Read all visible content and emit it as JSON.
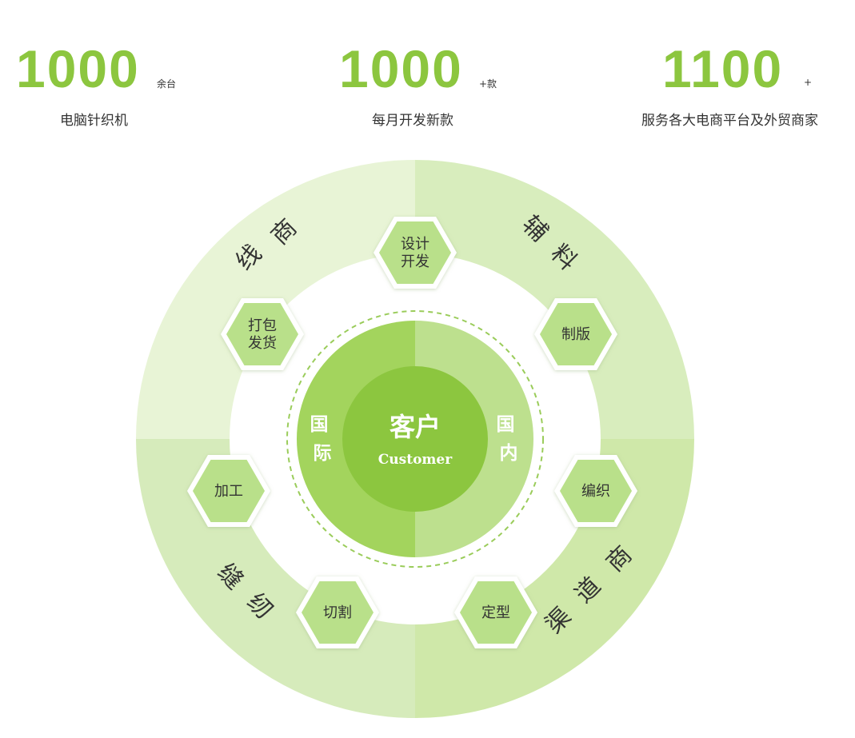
{
  "stats": [
    {
      "number": "1000",
      "unit": "余台",
      "label": "电脑针织机"
    },
    {
      "number": "1000",
      "unit": "+款",
      "label": "每月开发新款"
    },
    {
      "number": "1100",
      "unit": "+",
      "label": "服务各大电商平台及外贸商家"
    }
  ],
  "ring": {
    "top_left": [
      "线",
      "商"
    ],
    "top_right": [
      "辅",
      "料"
    ],
    "bottom_left": [
      "缝",
      "纫"
    ],
    "bottom_right": [
      "渠",
      "道",
      "商"
    ]
  },
  "hexagons": {
    "design": [
      "设计",
      "开发"
    ],
    "plate": [
      "制版"
    ],
    "knit": [
      "编织"
    ],
    "shaping": [
      "定型"
    ],
    "cutting": [
      "切割"
    ],
    "processing": [
      "加工"
    ],
    "packing": [
      "打包",
      "发货"
    ]
  },
  "center": {
    "title": "客户",
    "subtitle": "Customer",
    "left": [
      "国",
      "际"
    ],
    "right": [
      "国",
      "内"
    ]
  },
  "colors": {
    "accent": "#8cc63f",
    "ring_top_left": "#e8f4d6",
    "ring_top_right": "#d8edbd",
    "ring_bottom_left": "#d6ebbb",
    "ring_bottom_right": "#cfe8a9",
    "hex_fill": "#b9e08a",
    "center_left": "#a3d45d",
    "center_right": "#bde08e",
    "center_core": "#8cc63f"
  }
}
